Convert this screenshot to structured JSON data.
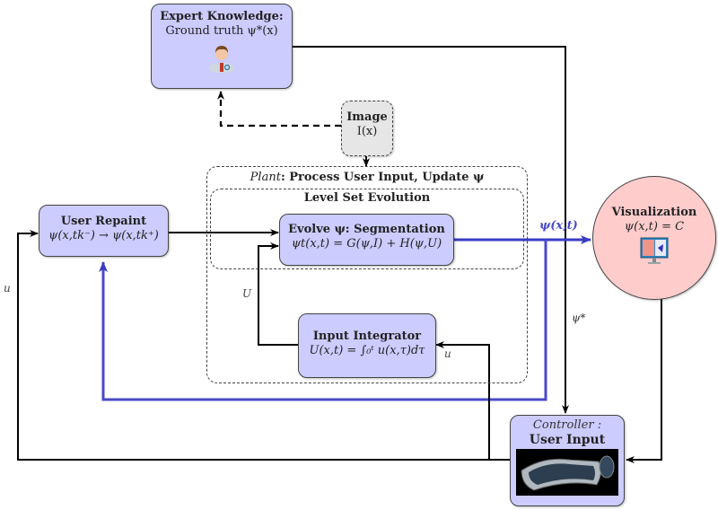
{
  "nodes": {
    "expert": {
      "title": "Expert Knowledge:",
      "subtitle": "Ground truth ψ*(x)",
      "icon": "doctor-icon"
    },
    "image": {
      "title": "Image",
      "subtitle": "I(x)"
    },
    "plant": {
      "italic": "Plant",
      "title": ": Process User Input, Update ψ"
    },
    "level_set": {
      "title": "Level Set Evolution"
    },
    "evolve": {
      "title": "Evolve ψ: Segmentation",
      "equation": "ψt(x,t) = G(ψ,I) + H(ψ,U)"
    },
    "repaint": {
      "title": "User Repaint",
      "equation": "ψ(x,tk⁻) → ψ(x,tk⁺)"
    },
    "integrator": {
      "title": "Input Integrator",
      "equation": "U(x,t) = ∫₀ᵗ u(x,τ)dτ"
    },
    "visualization": {
      "title": "Visualization",
      "equation": "ψ(x,t) = C",
      "icon": "monitor-icon"
    },
    "controller": {
      "italic": "Controller :",
      "title": "User Input",
      "icon": "keyboard-mouse-icon"
    }
  },
  "edge_labels": {
    "psi_xt": "ψ(x,t)",
    "psi_star": "ψ*",
    "U": "U",
    "u_left": "u",
    "u_integrator": "u"
  },
  "colors": {
    "node_fill": "#ccccff",
    "visualization_fill": "#ffcccc",
    "image_fill": "#e6e6e6",
    "blue_edge": "#4a4ac8"
  }
}
